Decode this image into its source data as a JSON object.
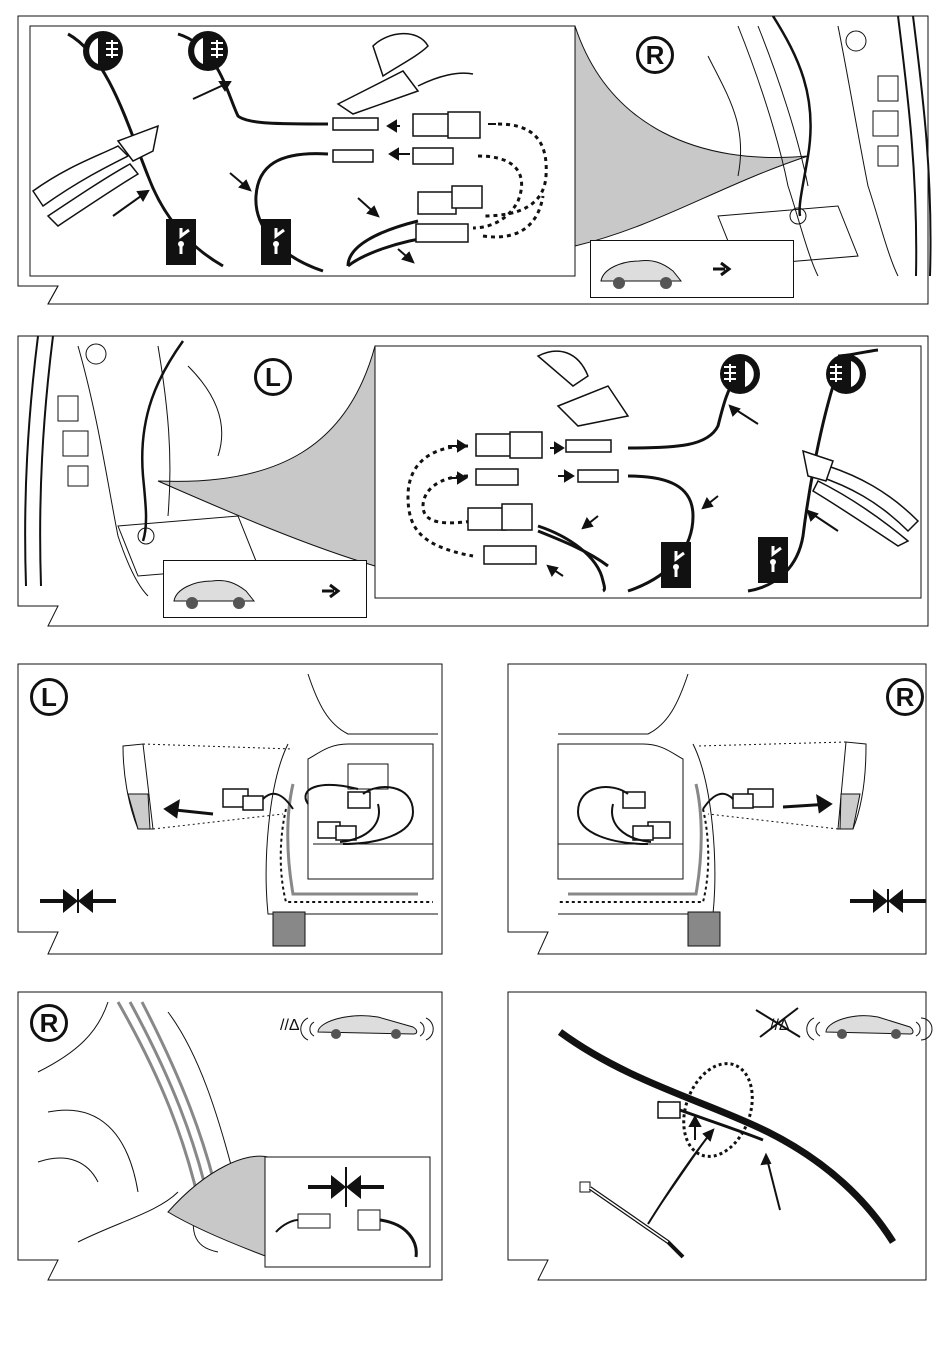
{
  "badges": {
    "panel1": "R",
    "panel2": "L",
    "panel3": "L",
    "panel4": "R",
    "panel5": "R"
  },
  "icons": {
    "foglamp": "fog-lamp-icon",
    "switch": "switch-icon",
    "crimp": "crimp-tool-icon",
    "pliers": "pliers-icon",
    "arrow": "arrow-right-icon",
    "torque": "torque-arrows-icon",
    "sensor": "parking-sensor-icon",
    "tie": "cable-tie-icon"
  },
  "colors": {
    "ink": "#111111",
    "grey": "#c8c8c8",
    "mid": "#888888"
  }
}
